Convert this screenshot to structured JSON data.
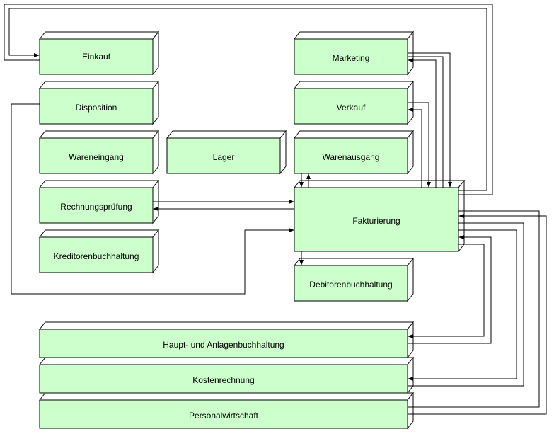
{
  "boxes": {
    "einkauf": "Einkauf",
    "disposition": "Disposition",
    "wareneingang": "Wareneingang",
    "lager": "Lager",
    "rechnungspruefung": "Rechnungsprüfung",
    "kreditorenbuchhaltung": "Kreditorenbuchhaltung",
    "marketing": "Marketing",
    "verkauf": "Verkauf",
    "warenausgang": "Warenausgang",
    "fakturierung": "Fakturierung",
    "debitorenbuchhaltung": "Debitorenbuchhaltung",
    "haupt_anlagen": "Haupt- und Anlagenbuchhaltung",
    "kostenrechnung": "Kostenrechnung",
    "personalwirtschaft": "Personalwirtschaft"
  },
  "colors": {
    "box_fill": "#ccffcc",
    "box_side": "#ffffff",
    "line": "#000000"
  }
}
